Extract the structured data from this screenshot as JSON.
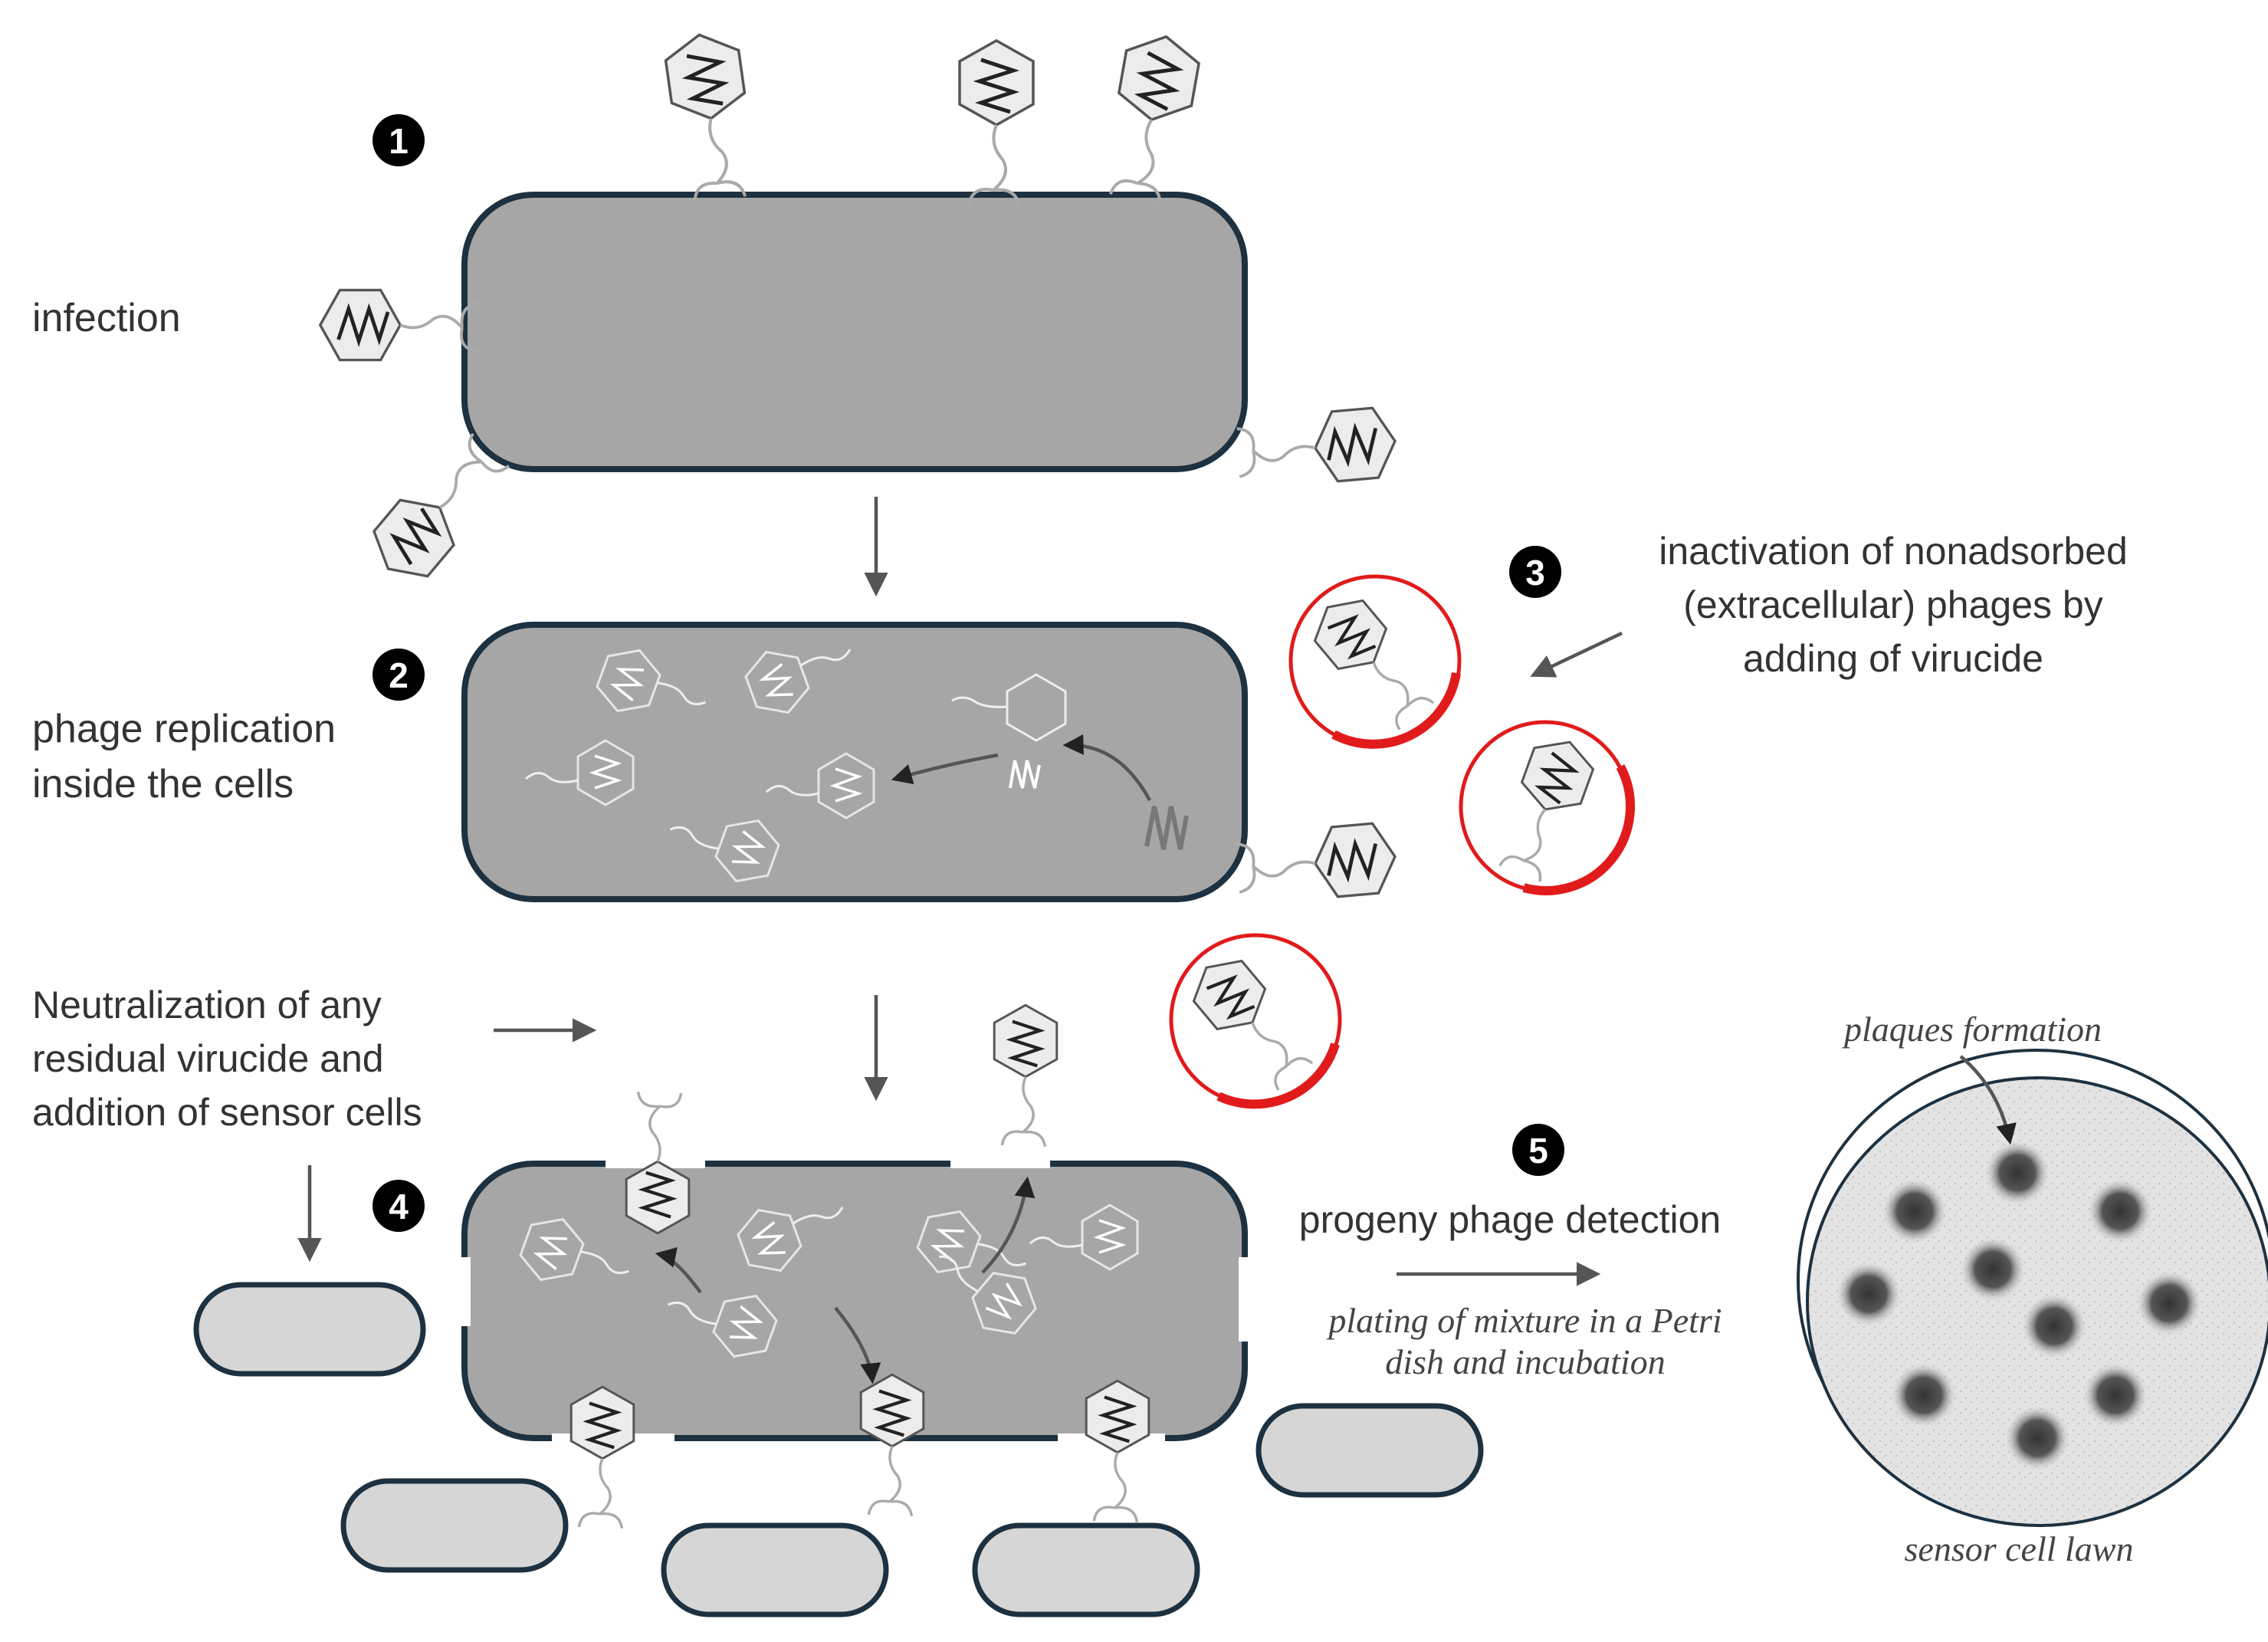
{
  "steps": [
    {
      "number": "1"
    },
    {
      "number": "2"
    },
    {
      "number": "3"
    },
    {
      "number": "4"
    },
    {
      "number": "5"
    }
  ],
  "labels": {
    "infection": "infection",
    "replication_line1": "phage replication",
    "replication_line2": "inside the cells",
    "inactivation_line1": "inactivation of  nonadsorbed",
    "inactivation_line2": "(extracellular) phages by",
    "inactivation_line3": "adding of virucide",
    "neutralization_line1": "Neutralization of any",
    "neutralization_line2": "residual virucide and",
    "neutralization_line3": "addition of sensor cells",
    "progeny": "progeny phage detection",
    "plating_line1": "plating of mixture in a Petri",
    "plating_line2": "dish and incubation",
    "plaques": "plaques formation",
    "lawn": "sensor cell lawn"
  },
  "colors": {
    "cell_fill": "#a6a6a6",
    "cell_outline": "#1d3140",
    "sensor_fill": "#d6d6d6",
    "virucide_ring": "#e11b1b",
    "plaque": "#555555"
  },
  "icons": [
    "phage-icon",
    "virucide-ring-icon",
    "petri-dish-icon",
    "plaque-icon",
    "arrow-icon"
  ]
}
